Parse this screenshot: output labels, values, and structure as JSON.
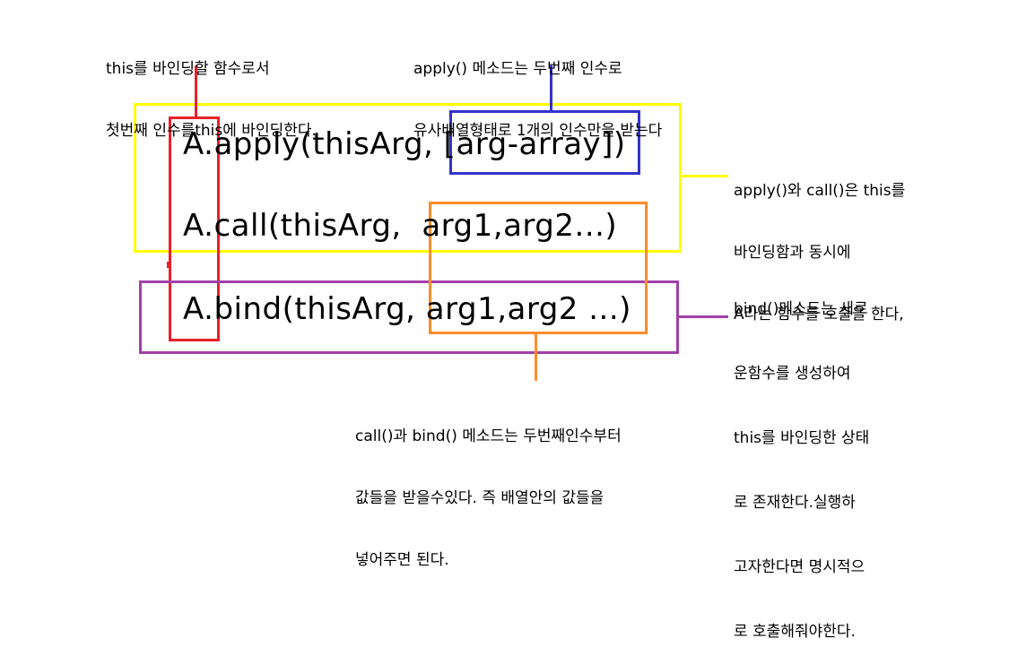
{
  "code": {
    "apply_line": "A.apply(thisArg, [arg-array])",
    "call_line": "A.call(thisArg,  arg1,arg2...)",
    "bind_line": "A.bind(thisArg, arg1,arg2 ...)"
  },
  "notes": {
    "this_binding": [
      "this를 바인딩할 함수로서",
      "첫번째 인수를this에 바인딩한다."
    ],
    "apply_args": [
      "apply() 메소드는 두번째 인수로",
      "유사배열형태로 1개의 인수만을 받는다"
    ],
    "apply_call": [
      "apply()와 call()은 this를",
      "바인딩함과 동시에",
      "A라는 함수를 호출을 한다,"
    ],
    "bind": [
      "bind()메소드는 새로",
      "운함수를 생성하여",
      "this를 바인딩한 상태",
      "로 존재한다.실행하",
      "고자한다면 명시적으",
      "로 호출해줘야한다."
    ],
    "call_bind_args": [
      "call()과 bind() 메소드는 두번째인수부터",
      "값들을 받을수있다. 즉 배열안의 값들을",
      "넣어주면 된다."
    ]
  },
  "colors": {
    "yellow": "#ffff00",
    "blue": "#3333cc",
    "red": "#e8202a",
    "orange": "#ff8c2a",
    "purple": "#a040a8"
  }
}
